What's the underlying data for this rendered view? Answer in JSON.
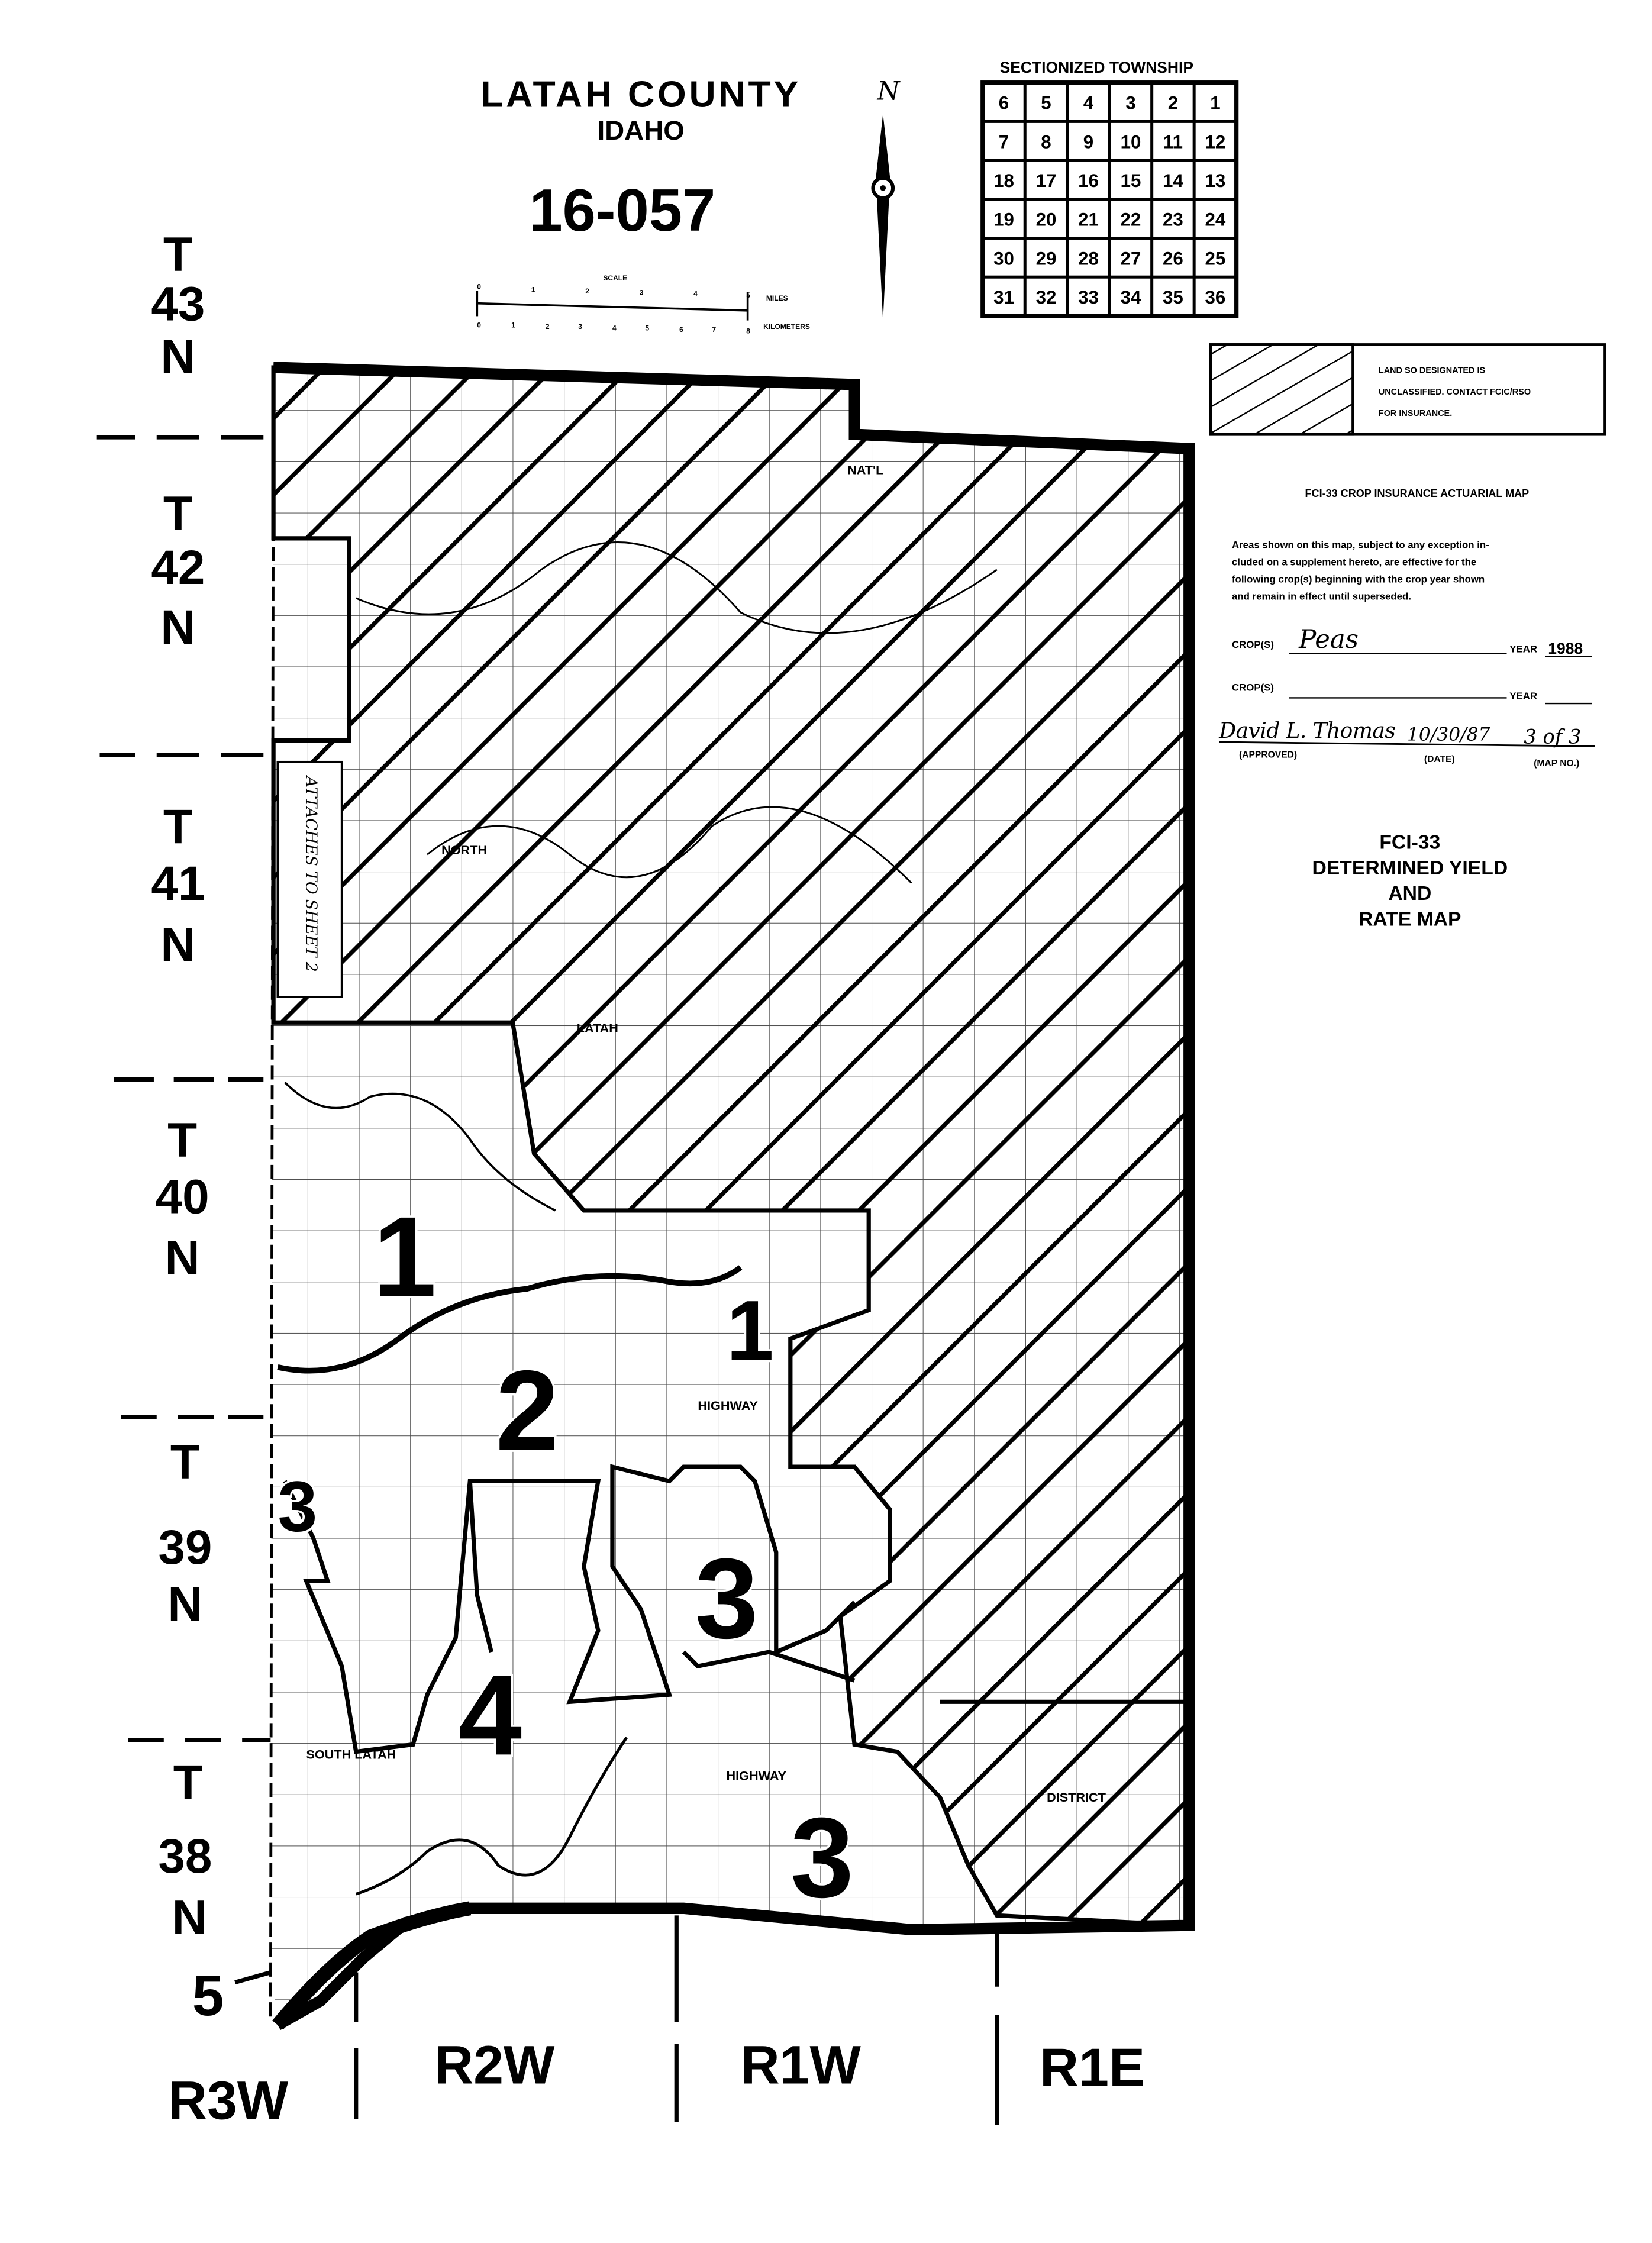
{
  "header": {
    "county": "LATAH COUNTY",
    "state": "IDAHO",
    "map_code": "16-057",
    "north_label": "N"
  },
  "scale": {
    "title": "SCALE",
    "miles_label": "MILES",
    "km_label": "KILOMETERS",
    "miles_ticks": [
      "0",
      "1",
      "2",
      "3",
      "4",
      "5"
    ],
    "km_ticks": [
      "0",
      "1",
      "2",
      "3",
      "4",
      "5",
      "6",
      "7",
      "8"
    ]
  },
  "township_grid": {
    "title": "SECTIONIZED TOWNSHIP",
    "rows": [
      [
        "6",
        "5",
        "4",
        "3",
        "2",
        "1"
      ],
      [
        "7",
        "8",
        "9",
        "10",
        "11",
        "12"
      ],
      [
        "18",
        "17",
        "16",
        "15",
        "14",
        "13"
      ],
      [
        "19",
        "20",
        "21",
        "22",
        "23",
        "24"
      ],
      [
        "30",
        "29",
        "28",
        "27",
        "26",
        "25"
      ],
      [
        "31",
        "32",
        "33",
        "34",
        "35",
        "36"
      ]
    ]
  },
  "legend": {
    "line1": "LAND SO DESIGNATED IS",
    "line2": "UNCLASSIFIED.  CONTACT FCIC/RSO",
    "line3": "FOR INSURANCE."
  },
  "form": {
    "title": "FCI-33 CROP INSURANCE ACTUARIAL MAP",
    "paragraph": [
      "Areas shown on this map, subject to any exception in-",
      "cluded on a supplement hereto, are effective for the",
      "following crop(s) beginning with the crop year shown",
      "and remain in effect until superseded."
    ],
    "crops_label": "CROP(S)",
    "year_label": "YEAR",
    "crop1_value": "Peas",
    "year1_value": "1988",
    "crop2_value": "",
    "year2_value": "",
    "signature": "David L. Thomas",
    "date_value": "10/30/87",
    "map_no_value": "3 of 3",
    "approved_label": "(APPROVED)",
    "date_label": "(DATE)",
    "map_no_label": "(MAP NO.)"
  },
  "map_type": {
    "line1": "FCI-33",
    "line2": "DETERMINED YIELD",
    "line3": "AND",
    "line4": "RATE MAP"
  },
  "townships": [
    {
      "t": "T",
      "num": "43",
      "n": "N"
    },
    {
      "t": "T",
      "num": "42",
      "n": "N"
    },
    {
      "t": "T",
      "num": "41",
      "n": "N"
    },
    {
      "t": "T",
      "num": "40",
      "n": "N"
    },
    {
      "t": "T",
      "num": "39",
      "n": "N"
    },
    {
      "t": "T",
      "num": "38",
      "n": "N"
    }
  ],
  "ranges": [
    "R3W",
    "R2W",
    "R1W",
    "R1E"
  ],
  "zones": [
    "1",
    "1",
    "2",
    "3",
    "3",
    "4",
    "3",
    "5"
  ],
  "map_labels": {
    "attaches": "ATTACHES TO SHEET 2",
    "north": "NORTH",
    "latah": "LATAH",
    "south_latah": "SOUTH LATAH",
    "highway": "HIGHWAY",
    "highway2": "HIGHWAY",
    "district": "DISTRICT",
    "natl": "NAT'L"
  }
}
